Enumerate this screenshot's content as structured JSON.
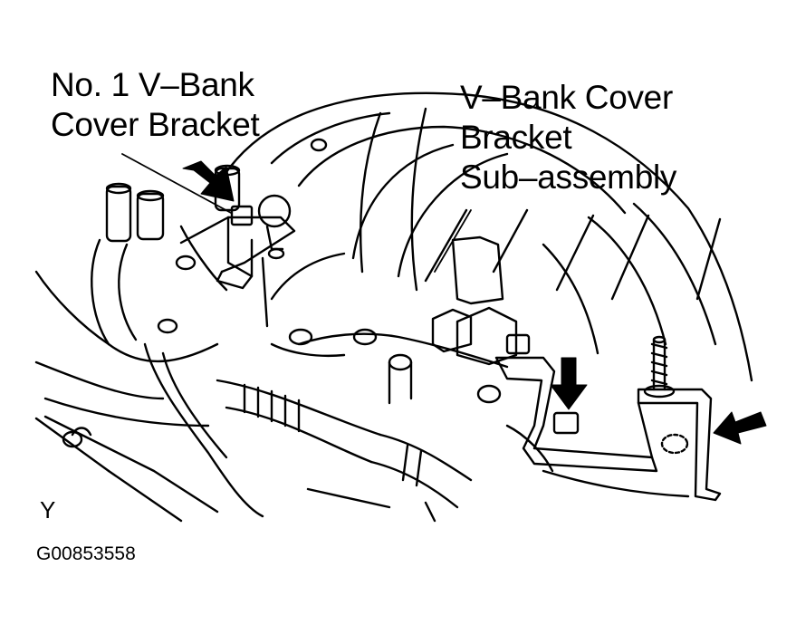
{
  "labels": {
    "no1_bracket": [
      "No. 1 V–Bank",
      "Cover Bracket"
    ],
    "vbank_subassembly": [
      "V–Bank Cover",
      "Bracket",
      "Sub–assembly"
    ]
  },
  "view_letter": "Y",
  "figure_id": "G00853558",
  "icons": [
    "arrow-icon",
    "arrow-icon",
    "arrow-icon"
  ]
}
